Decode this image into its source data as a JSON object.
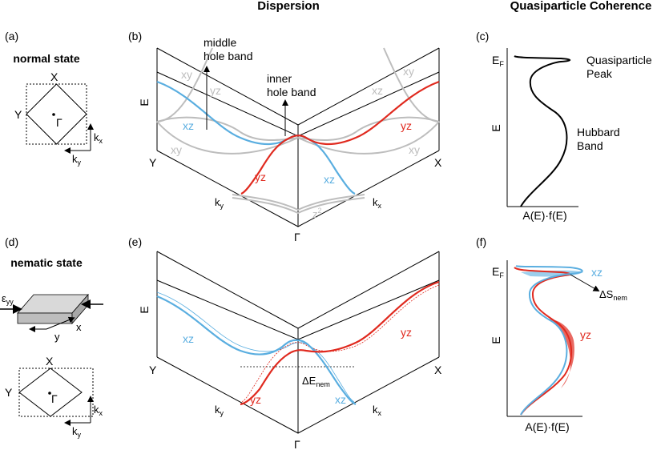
{
  "headers": {
    "dispersion": "Dispersion",
    "coherence": "Quasiparticle Coherence"
  },
  "panels": {
    "a": "(a)",
    "b": "(b)",
    "c": "(c)",
    "d": "(d)",
    "e": "(e)",
    "f": "(f)"
  },
  "panel_a": {
    "title": "normal state",
    "X": "X",
    "Y": "Y",
    "gamma": "Γ",
    "kx": "k",
    "kx_sub": "x",
    "ky": "k",
    "ky_sub": "y"
  },
  "panel_d": {
    "title": "nematic state",
    "strain": "ε",
    "strain_sub": "yy",
    "x": "x",
    "y": "y",
    "X": "X",
    "Y": "Y",
    "gamma": "Γ",
    "kx": "k",
    "kx_sub": "x",
    "ky": "k",
    "ky_sub": "y"
  },
  "panel_b": {
    "E": "E",
    "Y": "Y",
    "X": "X",
    "gamma": "Γ",
    "ky": "k",
    "ky_sub": "y",
    "kx": "k",
    "kx_sub": "x",
    "middle_hole_1": "middle",
    "middle_hole_2": "hole band",
    "inner_hole_1": "inner",
    "inner_hole_2": "hole band",
    "xy_left_top": "xy",
    "yz_left_top": "yz",
    "xz_left": "xz",
    "xy_left_bot": "xy",
    "yz_red": "yz",
    "xz_right": "xz",
    "xy_right_top": "xy",
    "xz_right_top": "xz",
    "yz_right": "yz",
    "xy_right_bot": "xy",
    "z2": "z",
    "z2_sup": "2"
  },
  "panel_e": {
    "E": "E",
    "Y": "Y",
    "X": "X",
    "gamma": "Γ",
    "ky": "k",
    "ky_sub": "y",
    "kx": "k",
    "kx_sub": "x",
    "xz_left": "xz",
    "yz_right": "yz",
    "yz_red": "yz",
    "xz_blue": "xz",
    "delta_E": "ΔE",
    "delta_E_sub": "nem"
  },
  "panel_c": {
    "EF": "E",
    "EF_sub": "F",
    "E": "E",
    "qp_1": "Quasiparticle",
    "qp_2": "Peak",
    "hub_1": "Hubbard",
    "hub_2": "Band",
    "xaxis": "A(E)·f(E)"
  },
  "panel_f": {
    "EF": "E",
    "EF_sub": "F",
    "E": "E",
    "xz": "xz",
    "yz": "yz",
    "dS": "ΔS",
    "dS_sub": "nem",
    "xaxis": "A(E)·f(E)"
  },
  "colors": {
    "xz": "#5aaee0",
    "yz": "#e02a1f",
    "xy": "#bdbdbd"
  }
}
